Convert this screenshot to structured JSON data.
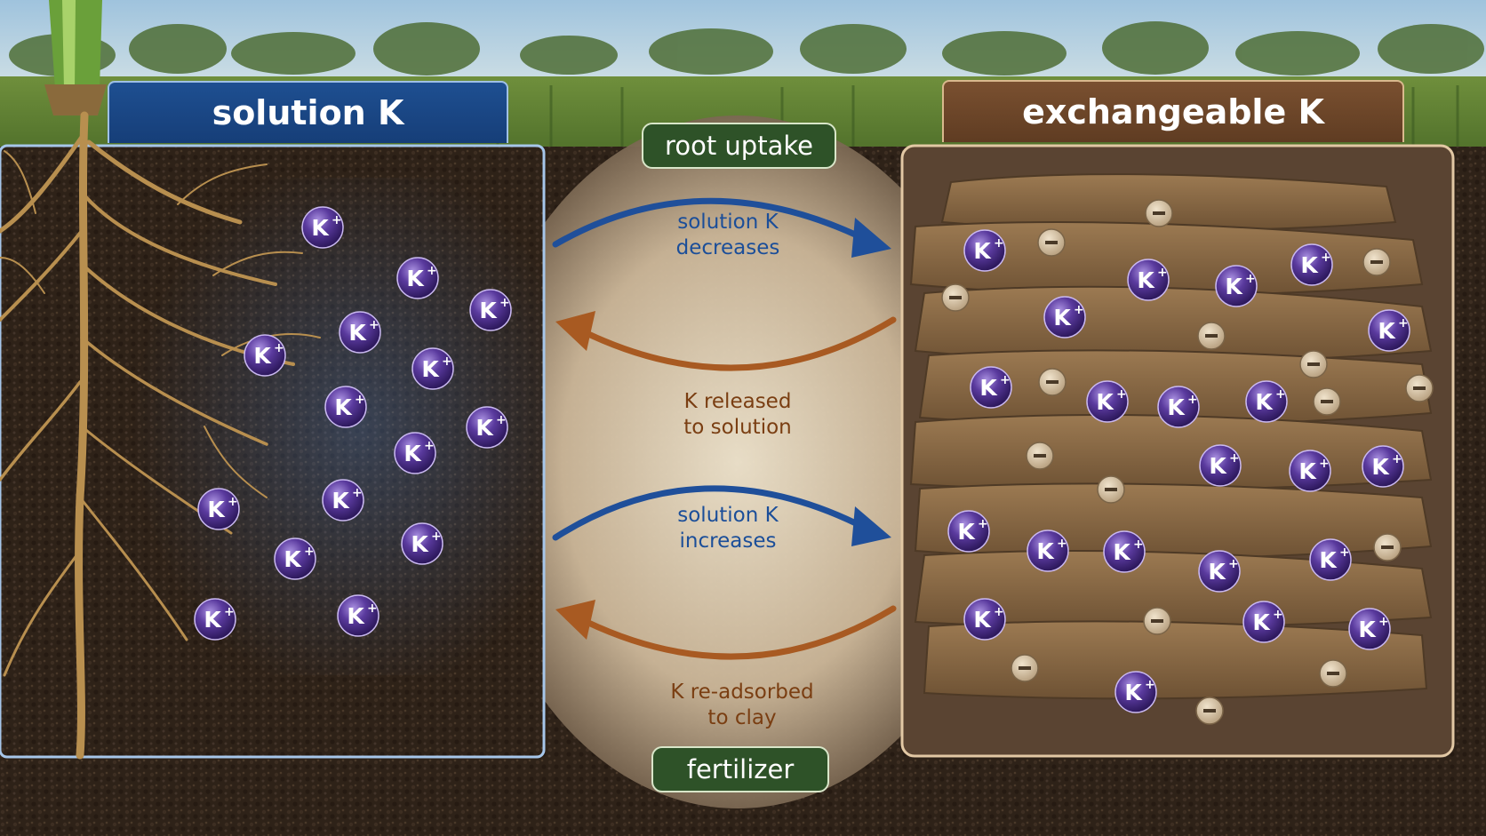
{
  "titles": {
    "left": "solution K",
    "right": "exchangeable K"
  },
  "pills": {
    "top": "root uptake",
    "bottom": "fertilizer"
  },
  "arrow_labels": [
    {
      "line1": "solution K",
      "line2": "decreases"
    },
    {
      "line1": "K released",
      "line2": "to solution"
    },
    {
      "line1": "solution K",
      "line2": "increases"
    },
    {
      "line1": "K re-adsorbed",
      "line2": "to clay"
    }
  ],
  "ion": {
    "symbol": "K",
    "charge": "+",
    "negative_symbol": "−"
  },
  "colors": {
    "ion_purple": "#5a3a9e",
    "blue_arrow": "#1f4f9a",
    "brown_arrow": "#a85a22",
    "left_title_bg": "#1e4f91",
    "right_title_bg": "#6b4428",
    "pill_green": "#2e5228"
  },
  "icons": {
    "plant": "corn-plant-roots",
    "ion": "potassium-ion-sphere",
    "negative": "negative-charge-site"
  }
}
